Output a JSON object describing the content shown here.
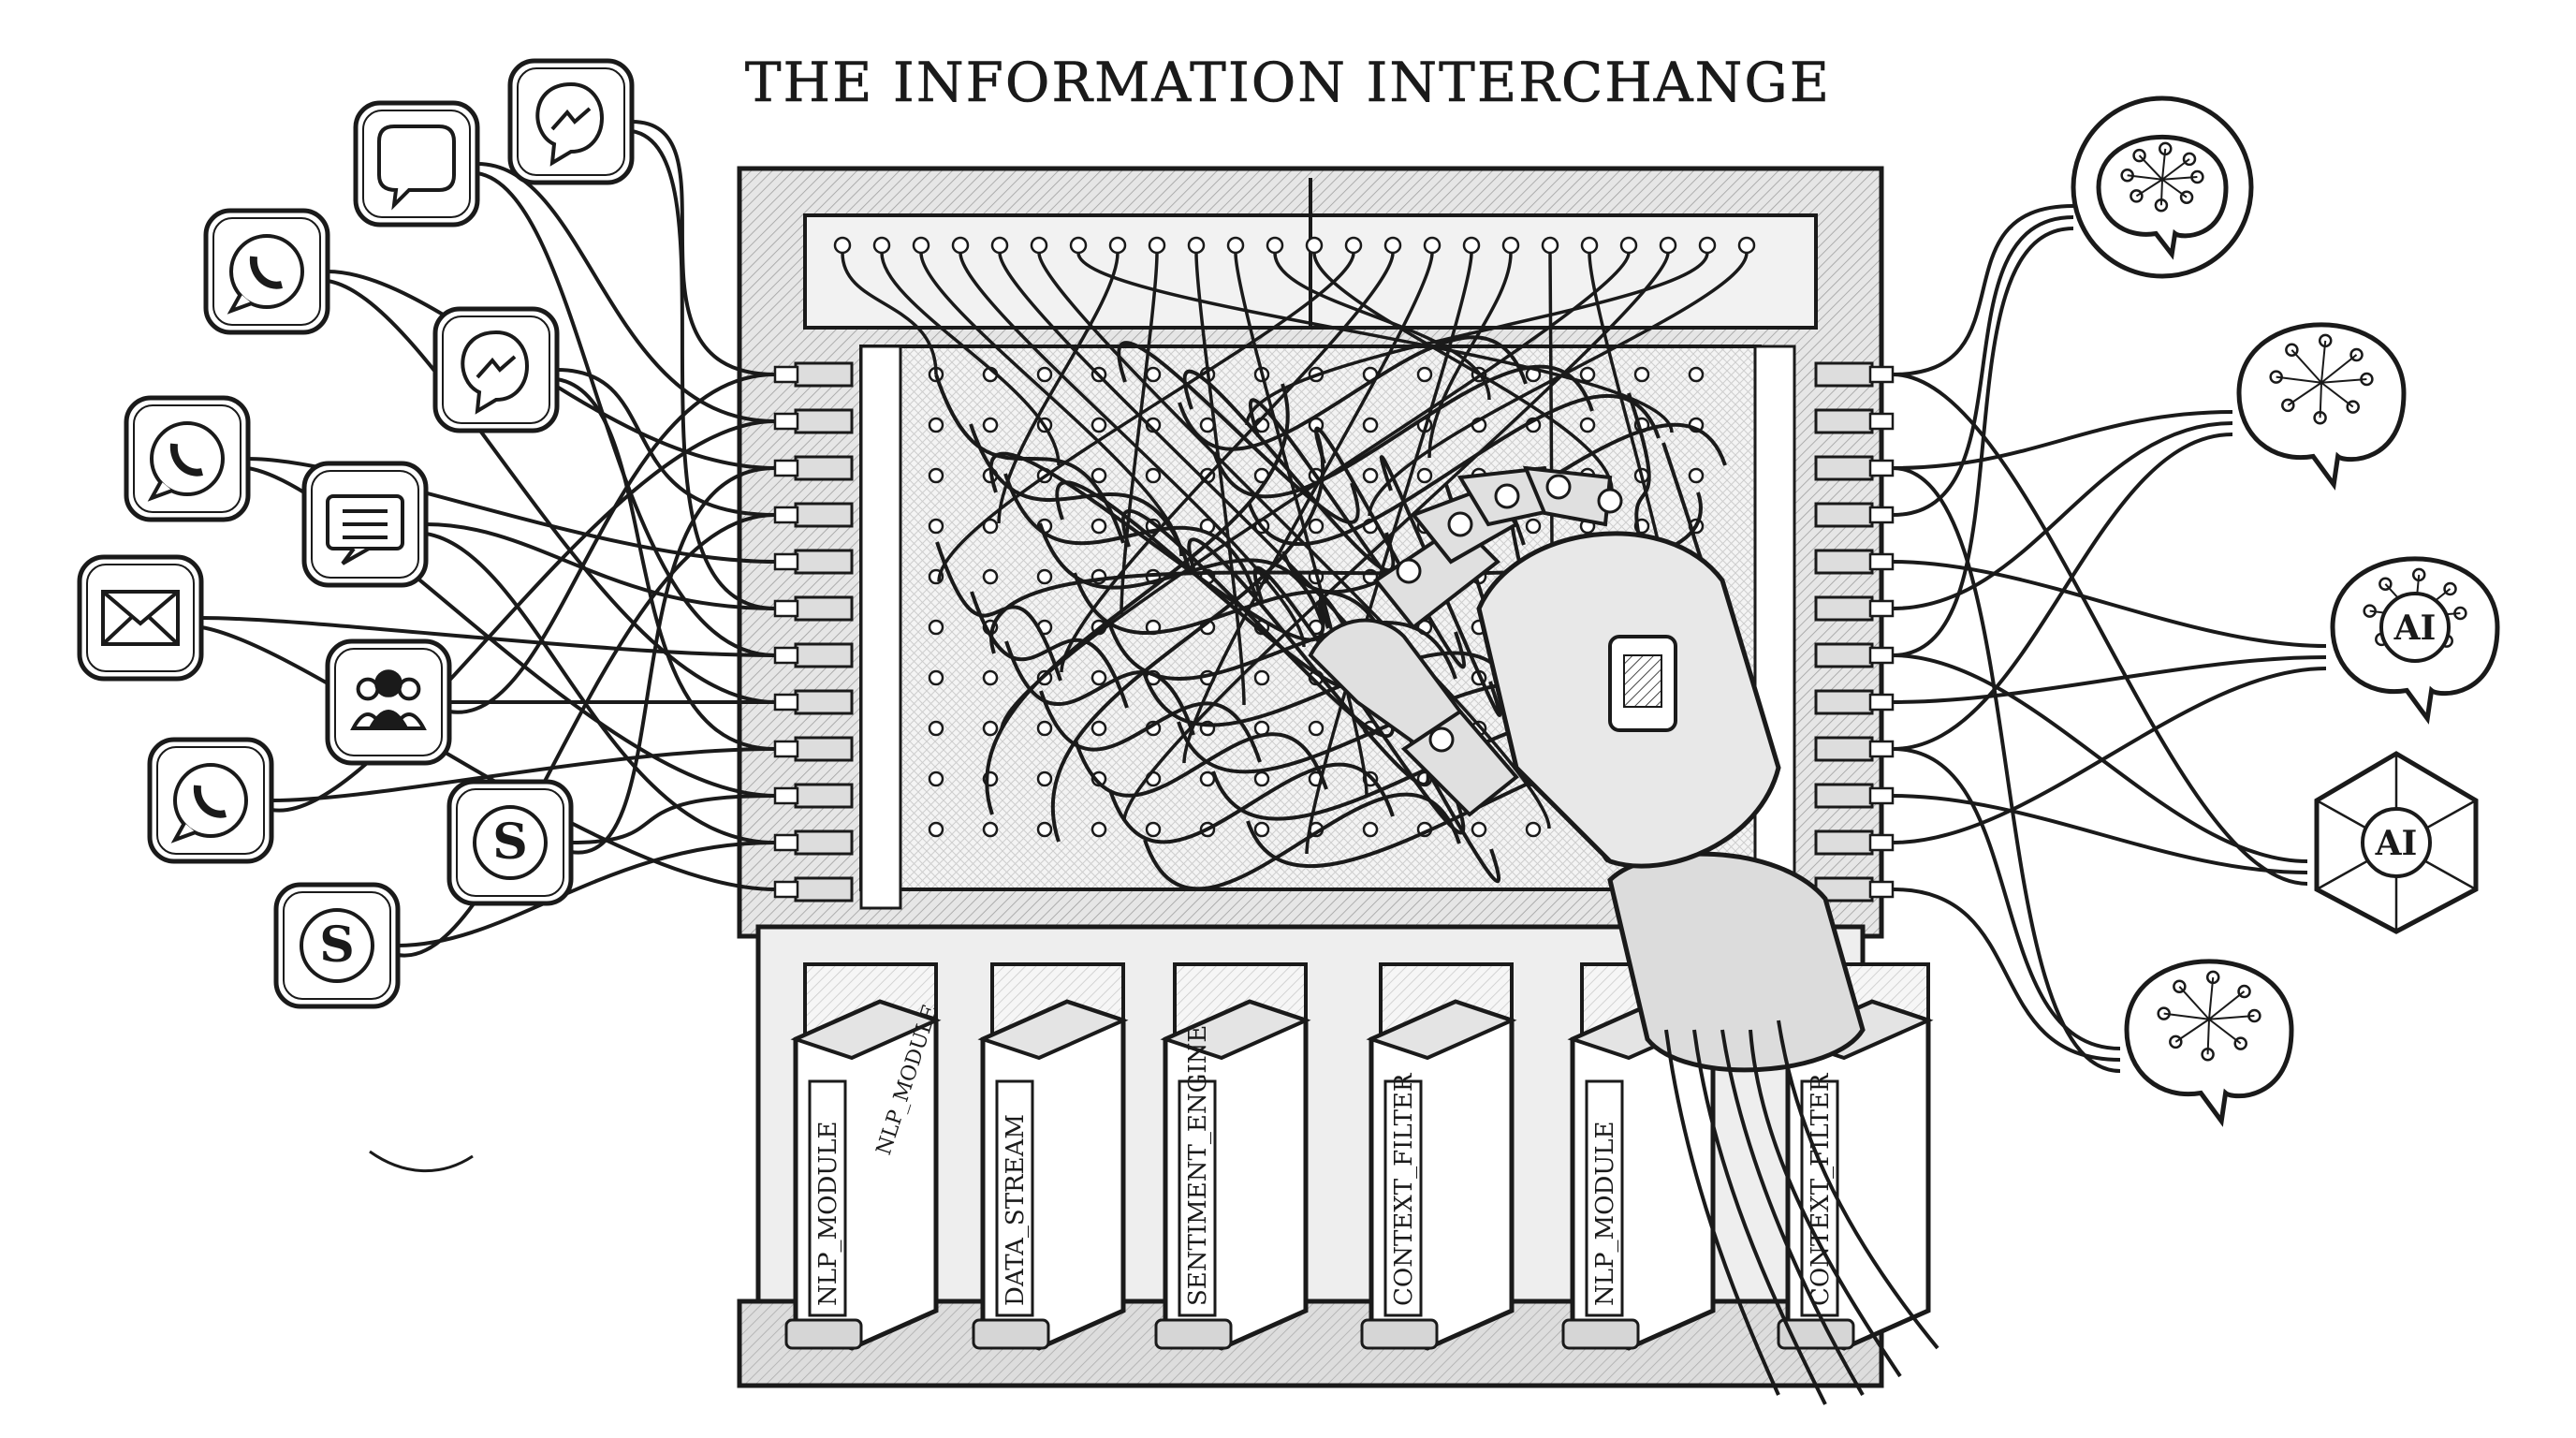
{
  "title": "THE INFORMATION INTERCHANGE",
  "colors": {
    "ink": "#1a1a1a",
    "paper": "#ffffff",
    "panel": "#d9d9d9",
    "shade": "#9a9a9a"
  },
  "left_icons": [
    {
      "name": "messenger-icon",
      "glyph": "messenger"
    },
    {
      "name": "chat-bubble-icon",
      "glyph": "chat"
    },
    {
      "name": "whatsapp-icon",
      "glyph": "whatsapp"
    },
    {
      "name": "messenger-icon",
      "glyph": "messenger"
    },
    {
      "name": "whatsapp-icon",
      "glyph": "whatsapp"
    },
    {
      "name": "message-icon",
      "glyph": "message"
    },
    {
      "name": "email-icon",
      "glyph": "email"
    },
    {
      "name": "group-icon",
      "glyph": "group"
    },
    {
      "name": "whatsapp-icon",
      "glyph": "whatsapp"
    },
    {
      "name": "skype-icon",
      "glyph": "skype"
    },
    {
      "name": "skype-icon",
      "glyph": "skype"
    }
  ],
  "right_nodes": [
    {
      "name": "brain-icon",
      "label": ""
    },
    {
      "name": "neural-network-head-icon",
      "label": ""
    },
    {
      "name": "ai-brain-icon",
      "label": "AI"
    },
    {
      "name": "ai-polyhedron-icon",
      "label": "AI"
    },
    {
      "name": "brain-icon",
      "label": ""
    }
  ],
  "modules": [
    {
      "name": "module-nlp",
      "label": "NLP_MODULE",
      "top_label": "NLP_MODULE"
    },
    {
      "name": "module-data-stream",
      "label": "DATA_STREAM",
      "top_label": ""
    },
    {
      "name": "module-sentiment-engine",
      "label": "SENTIMENT_ENGINE",
      "top_label": ""
    },
    {
      "name": "module-context-filter",
      "label": "CONTEXT_FILTER",
      "top_label": ""
    },
    {
      "name": "module-nlp-right",
      "label": "NLP_MODULE",
      "top_label": ""
    },
    {
      "name": "module-context-filter-right",
      "label": "CONTEXT_FILTER",
      "top_label": ""
    }
  ]
}
